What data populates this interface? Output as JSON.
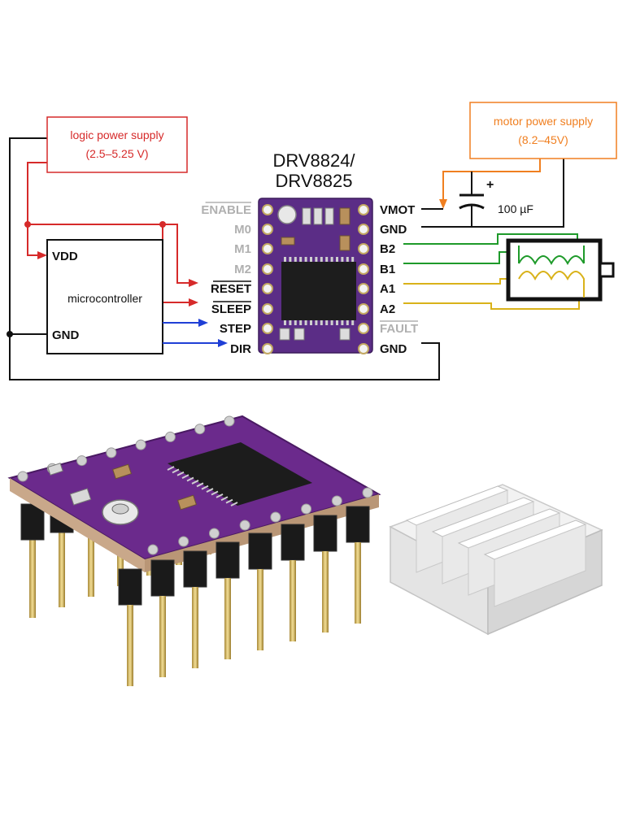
{
  "title": {
    "line1": "DRV8824/",
    "line2": "DRV8825"
  },
  "logic_supply": {
    "line1": "logic power supply",
    "line2": "(2.5–5.25 V)",
    "color": "#d62a2a"
  },
  "motor_supply": {
    "line1": "motor power supply",
    "line2": "(8.2–45V)",
    "color": "#f07f20"
  },
  "capacitor": {
    "label": "100 µF",
    "plus": "+"
  },
  "microcontroller": {
    "label": "microcontroller",
    "vdd": "VDD",
    "gnd": "GND"
  },
  "left_pins": [
    {
      "label": "ENABLE",
      "overline": true,
      "gray": true
    },
    {
      "label": "M0",
      "overline": false,
      "gray": true
    },
    {
      "label": "M1",
      "overline": false,
      "gray": true
    },
    {
      "label": "M2",
      "overline": false,
      "gray": true
    },
    {
      "label": "RESET",
      "overline": true,
      "gray": false
    },
    {
      "label": "SLEEP",
      "overline": true,
      "gray": false
    },
    {
      "label": "STEP",
      "overline": false,
      "gray": false
    },
    {
      "label": "DIR",
      "overline": false,
      "gray": false
    }
  ],
  "right_pins": [
    {
      "label": "VMOT",
      "overline": false,
      "gray": false
    },
    {
      "label": "GND",
      "overline": false,
      "gray": false
    },
    {
      "label": "B2",
      "overline": false,
      "gray": false
    },
    {
      "label": "B1",
      "overline": false,
      "gray": false
    },
    {
      "label": "A1",
      "overline": false,
      "gray": false
    },
    {
      "label": "A2",
      "overline": false,
      "gray": false
    },
    {
      "label": "FAULT",
      "overline": true,
      "gray": true
    },
    {
      "label": "GND",
      "overline": false,
      "gray": false
    }
  ],
  "colors": {
    "logic": "#d62a2a",
    "motor": "#f07f20",
    "signal": "#1f3fd6",
    "coil_b": "#1e9a2a",
    "coil_a": "#d9b21a",
    "board": "#5b2d86",
    "ground": "#111111"
  }
}
